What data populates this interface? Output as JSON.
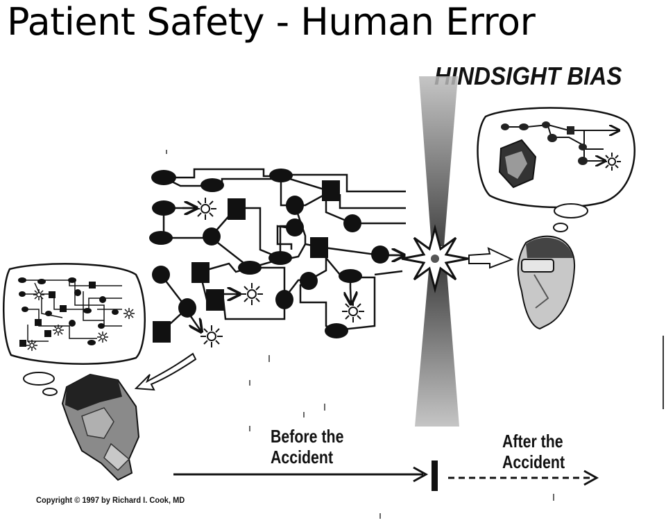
{
  "slide": {
    "title": "Patient Safety - Human Error"
  },
  "diagram": {
    "heading": "HINDSIGHT BIAS",
    "before_line1": "Before the",
    "before_line2": "Accident",
    "after_line1": "After the",
    "after_line2": "Accident",
    "copyright": "Copyright © 1997 by Richard I. Cook, MD"
  },
  "colors": {
    "ink": "#111111",
    "background": "#ffffff"
  }
}
